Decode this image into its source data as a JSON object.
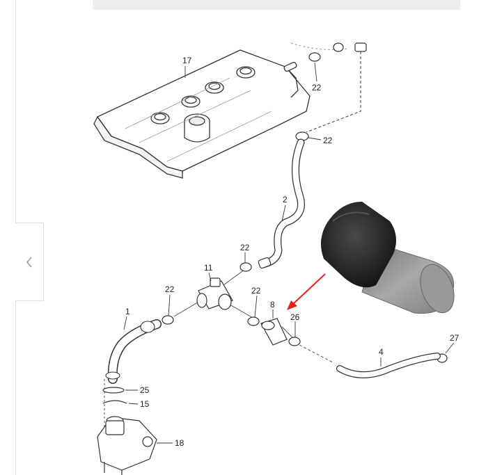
{
  "gallery": {
    "prev_icon": "chevron-left-icon"
  },
  "diagram": {
    "callouts": [
      {
        "id": "cover",
        "label": "17"
      },
      {
        "id": "clip-a",
        "label": "22"
      },
      {
        "id": "clip-b",
        "label": "22"
      },
      {
        "id": "hose-2",
        "label": "2"
      },
      {
        "id": "clip-c",
        "label": "22"
      },
      {
        "id": "tee",
        "label": "11"
      },
      {
        "id": "clip-d",
        "label": "22"
      },
      {
        "id": "clip-e",
        "label": "22"
      },
      {
        "id": "valve",
        "label": "8"
      },
      {
        "id": "clip-f",
        "label": "26"
      },
      {
        "id": "hose-1",
        "label": "1"
      },
      {
        "id": "hose-4",
        "label": "4"
      },
      {
        "id": "clip-g",
        "label": "27"
      },
      {
        "id": "oring",
        "label": "25"
      },
      {
        "id": "circlip",
        "label": "15"
      },
      {
        "id": "housing",
        "label": "18"
      }
    ],
    "highlight_color": "#e0241b"
  }
}
